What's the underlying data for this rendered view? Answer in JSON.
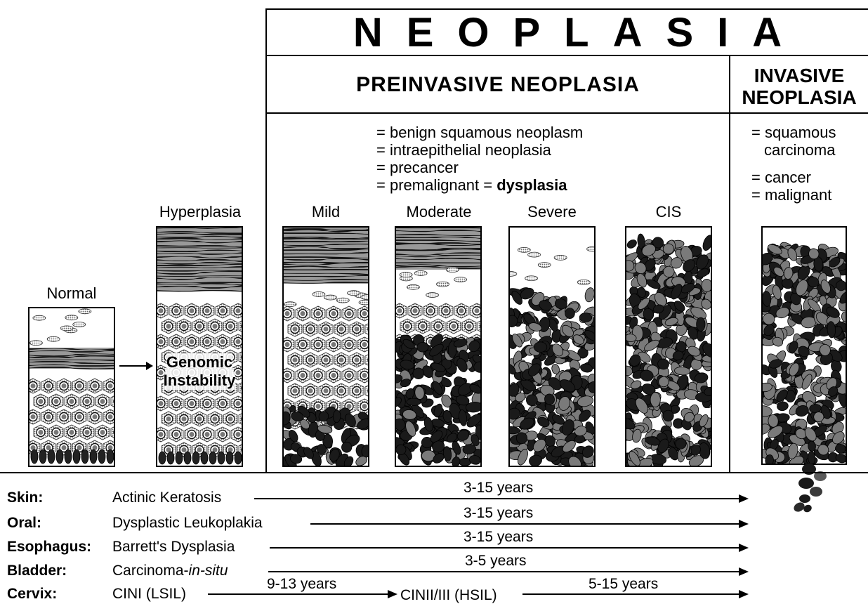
{
  "title": "NEOPLASIA",
  "preinvasive": {
    "heading": "PREINVASIVE NEOPLASIA",
    "descriptions": [
      "= benign squamous neoplasm",
      "= intraepithelial neoplasia",
      "= precancer",
      "= premalignant = ",
      "dysplasia"
    ]
  },
  "invasive": {
    "heading_line1": "INVASIVE",
    "heading_line2": "NEOPLASIA",
    "descriptions": [
      "= squamous",
      "carcinoma",
      "= cancer",
      "= malignant"
    ]
  },
  "stages": {
    "normal": "Normal",
    "hyperplasia": "Hyperplasia",
    "mild": "Mild",
    "moderate": "Moderate",
    "severe": "Severe",
    "cis": "CIS"
  },
  "genomic_instability": {
    "line1": "Genomic",
    "line2": "Instability"
  },
  "progression": [
    {
      "organ": "Skin:",
      "lesion": "Actinic Keratosis",
      "years": "3-15 years"
    },
    {
      "organ": "Oral:",
      "lesion": "Dysplastic Leukoplakia",
      "years": "3-15 years"
    },
    {
      "organ": "Esophagus:",
      "lesion": "Barrett's Dysplasia",
      "years": "3-15 years"
    },
    {
      "organ": "Bladder:",
      "lesion_a": "Carcinoma-",
      "lesion_b": "in-situ",
      "years": "3-5 years"
    },
    {
      "organ": "Cervix:",
      "lesion": "CINI (LSIL)",
      "years_a": "9-13 years",
      "lesion2": "CINII/III (HSIL)",
      "years_b": "5-15 years"
    }
  ],
  "colors": {
    "ink": "#000000",
    "dark_nucleus": "#1a1a1a",
    "gray_nucleus": "#7a7a7a",
    "light_cell": "#d8d8d8"
  }
}
